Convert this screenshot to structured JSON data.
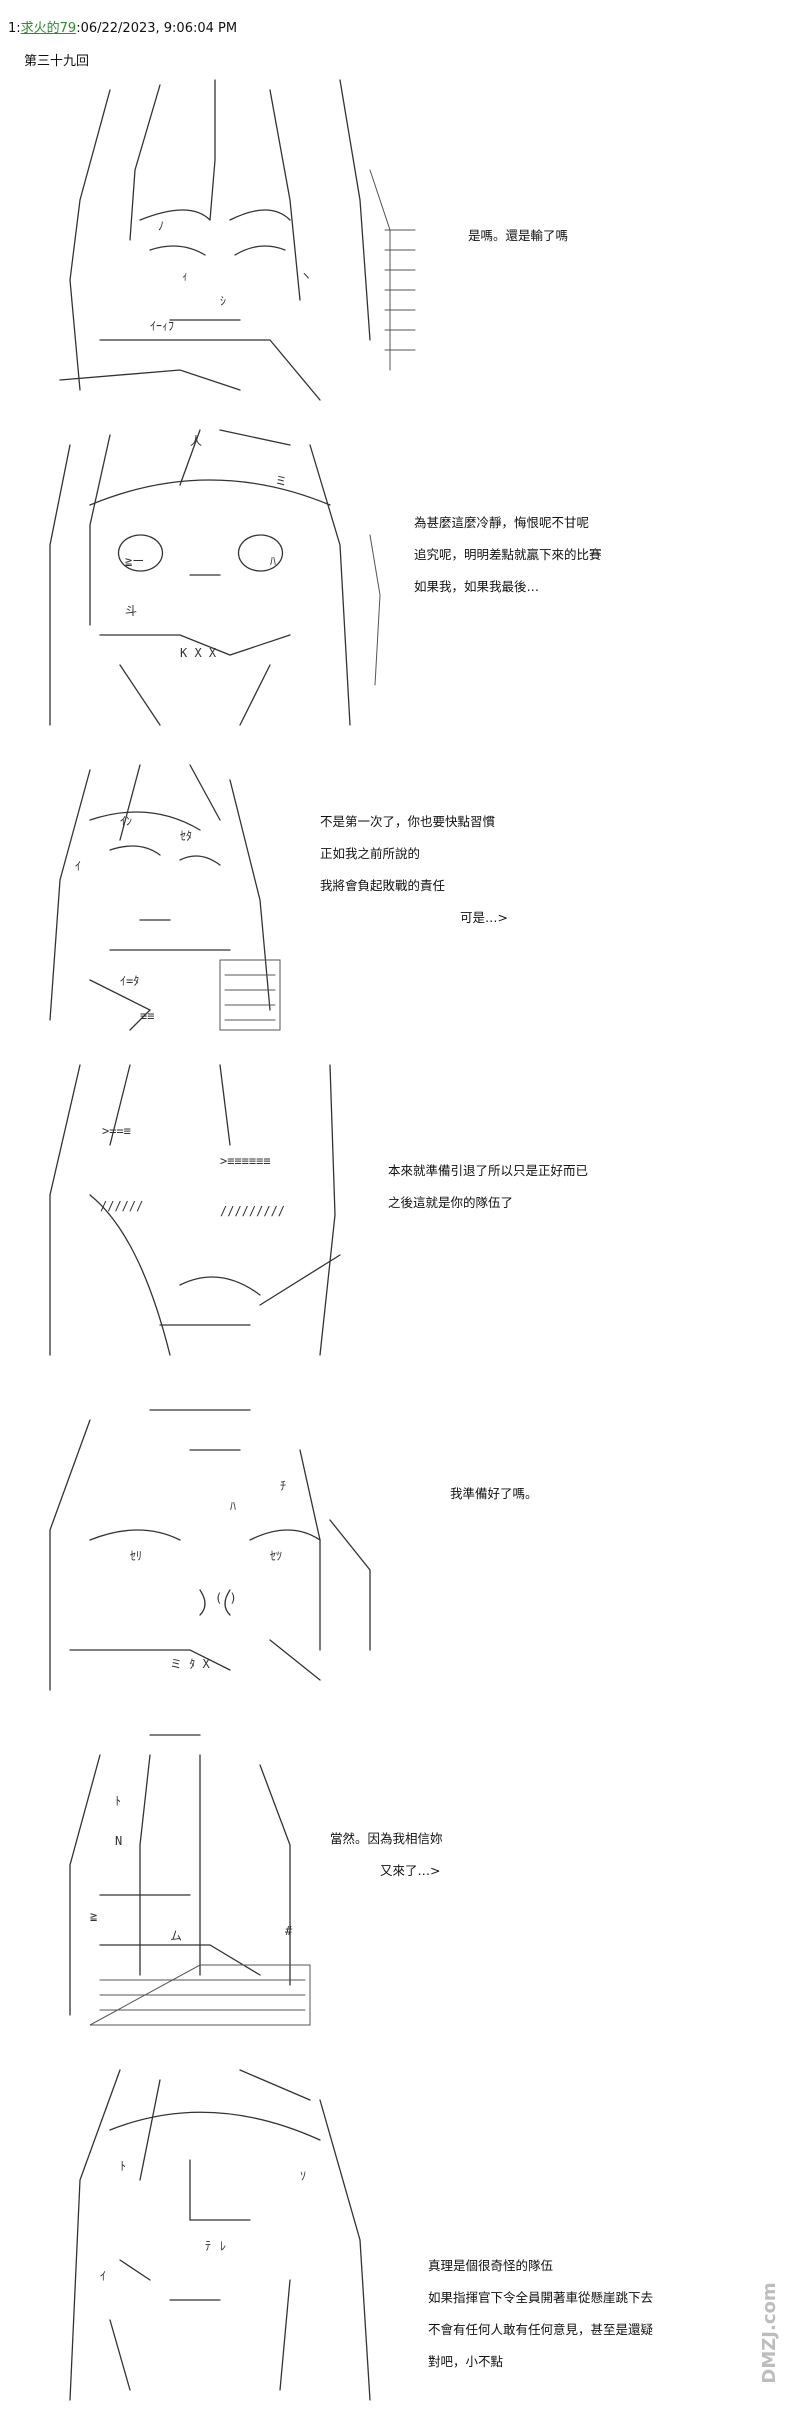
{
  "post": {
    "number": "1:",
    "author": "求火的79",
    "timestamp": ":06/22/2023, 9:06:04 PM",
    "chapter": "第三十九回"
  },
  "panels": [
    {
      "lines": [
        "是嗎。還是輸了嗎"
      ]
    },
    {
      "lines": [
        "為甚麼這麼冷靜，悔恨呢不甘呢",
        "追究呢，明明差點就贏下來的比賽",
        "如果我，如果我最後…"
      ]
    },
    {
      "lines": [
        "不是第一次了，你也要快點習慣",
        "正如我之前所說的",
        "我將會負起敗戰的責任",
        "可是…>"
      ]
    },
    {
      "lines": [
        "本來就準備引退了所以只是正好而已",
        "之後這就是你的隊伍了"
      ]
    },
    {
      "lines": [
        "我準備好了嗎。"
      ]
    },
    {
      "lines": [
        "當然。因為我相信妳",
        "又來了…>"
      ]
    },
    {
      "lines": [
        "真理是個很奇怪的隊伍",
        "如果指揮官下令全員開著車從懸崖跳下去",
        "不會有任何人敢有任何意見，甚至是還疑",
        "對吧，小不點"
      ]
    }
  ],
  "art_glyphs": {
    "p1": [
      "ﾉ",
      "ｨ",
      "ｲｰｨﾌ",
      "ｼ",
      "ヽ"
    ],
    "p2": [
      "人",
      "ミ",
      "≧ー",
      "K X X",
      "斗",
      "ﾊ"
    ],
    "p3": [
      "ｲﾝ",
      "ｾﾀ",
      "ｲ",
      "ｲ=ﾀ",
      "≡≡"
    ],
    "p4": [
      ">==≡",
      ">≡≡≡≡≡≡",
      "//////",
      "/////////"
    ],
    "p5": [
      "ﾁ",
      "ﾊ",
      "ｾﾘ",
      "ｾﾂ",
      "( )",
      "ミ ﾀ X"
    ],
    "p6": [
      "ﾄ",
      "N",
      "ム",
      "≧",
      "#"
    ],
    "p7": [
      "ﾄ",
      "ﾃ",
      "ﾚ",
      "ｲ",
      "ｿ"
    ]
  },
  "watermark": {
    "text": "DMZJ.com"
  }
}
